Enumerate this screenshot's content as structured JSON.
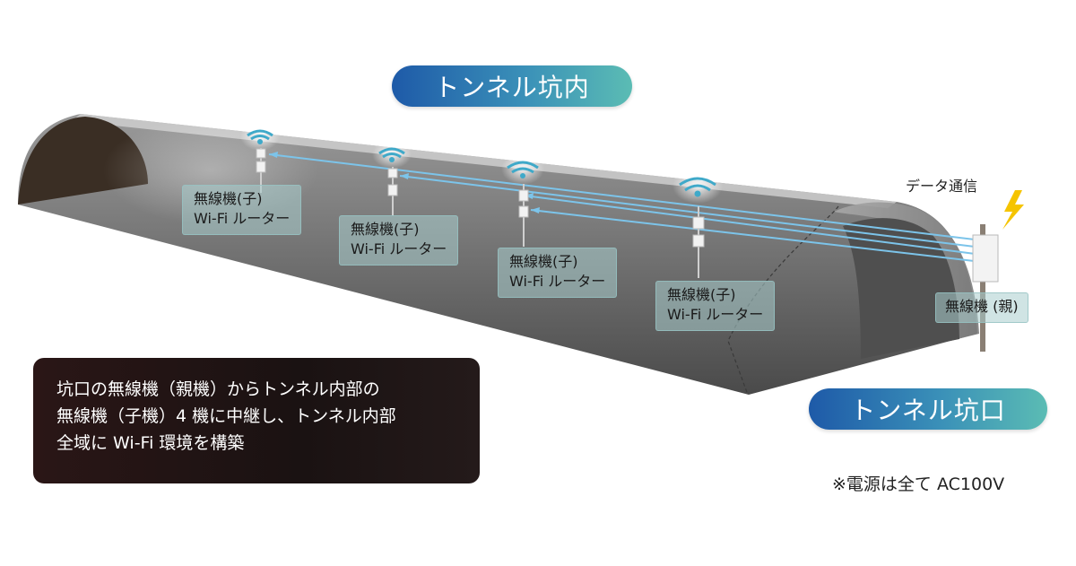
{
  "title_inner": "トンネル坑内",
  "title_entrance": "トンネル坑口",
  "data_comm_label": "データ通信",
  "routers": [
    {
      "line1": "無線機(子)",
      "line2": "Wi-Fi ルーター"
    },
    {
      "line1": "無線機(子)",
      "line2": "Wi-Fi ルーター"
    },
    {
      "line1": "無線機(子)",
      "line2": "Wi-Fi ルーター"
    },
    {
      "line1": "無線機(子)",
      "line2": "Wi-Fi ルーター"
    }
  ],
  "parent_label": "無線機 (親)",
  "description": {
    "line1": "坑口の無線機（親機）からトンネル内部の",
    "line2": "無線機（子機）4 機に中継し、トンネル内部",
    "line3": "全域に Wi-Fi 環境を構築"
  },
  "power_note": "※電源は全て AC100V",
  "colors": {
    "pill_start": "#1e5aa8",
    "pill_end": "#5bbcb4",
    "signal": "#3fa9c9",
    "link_line": "#7cc4ea",
    "lightning": "#f5c400"
  }
}
